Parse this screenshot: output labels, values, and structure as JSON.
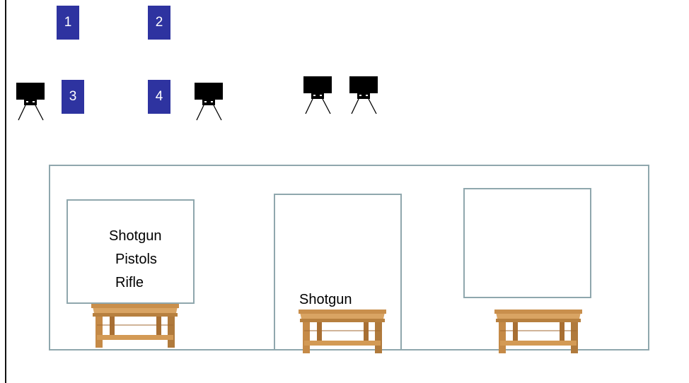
{
  "markers": [
    {
      "label": "1"
    },
    {
      "label": "2"
    },
    {
      "label": "3"
    },
    {
      "label": "4"
    }
  ],
  "bays": {
    "left": {
      "labels": [
        "Shotgun",
        "Pistols",
        "Rifle"
      ]
    },
    "middle": {
      "label": "Shotgun"
    }
  },
  "colors": {
    "marker_fill": "#2e33a0",
    "frame_stroke": "#8fa7ad",
    "target_fill": "#000000",
    "table_wood": "#c98f4c"
  },
  "icons": [
    "target-stand-icon",
    "table-icon"
  ]
}
